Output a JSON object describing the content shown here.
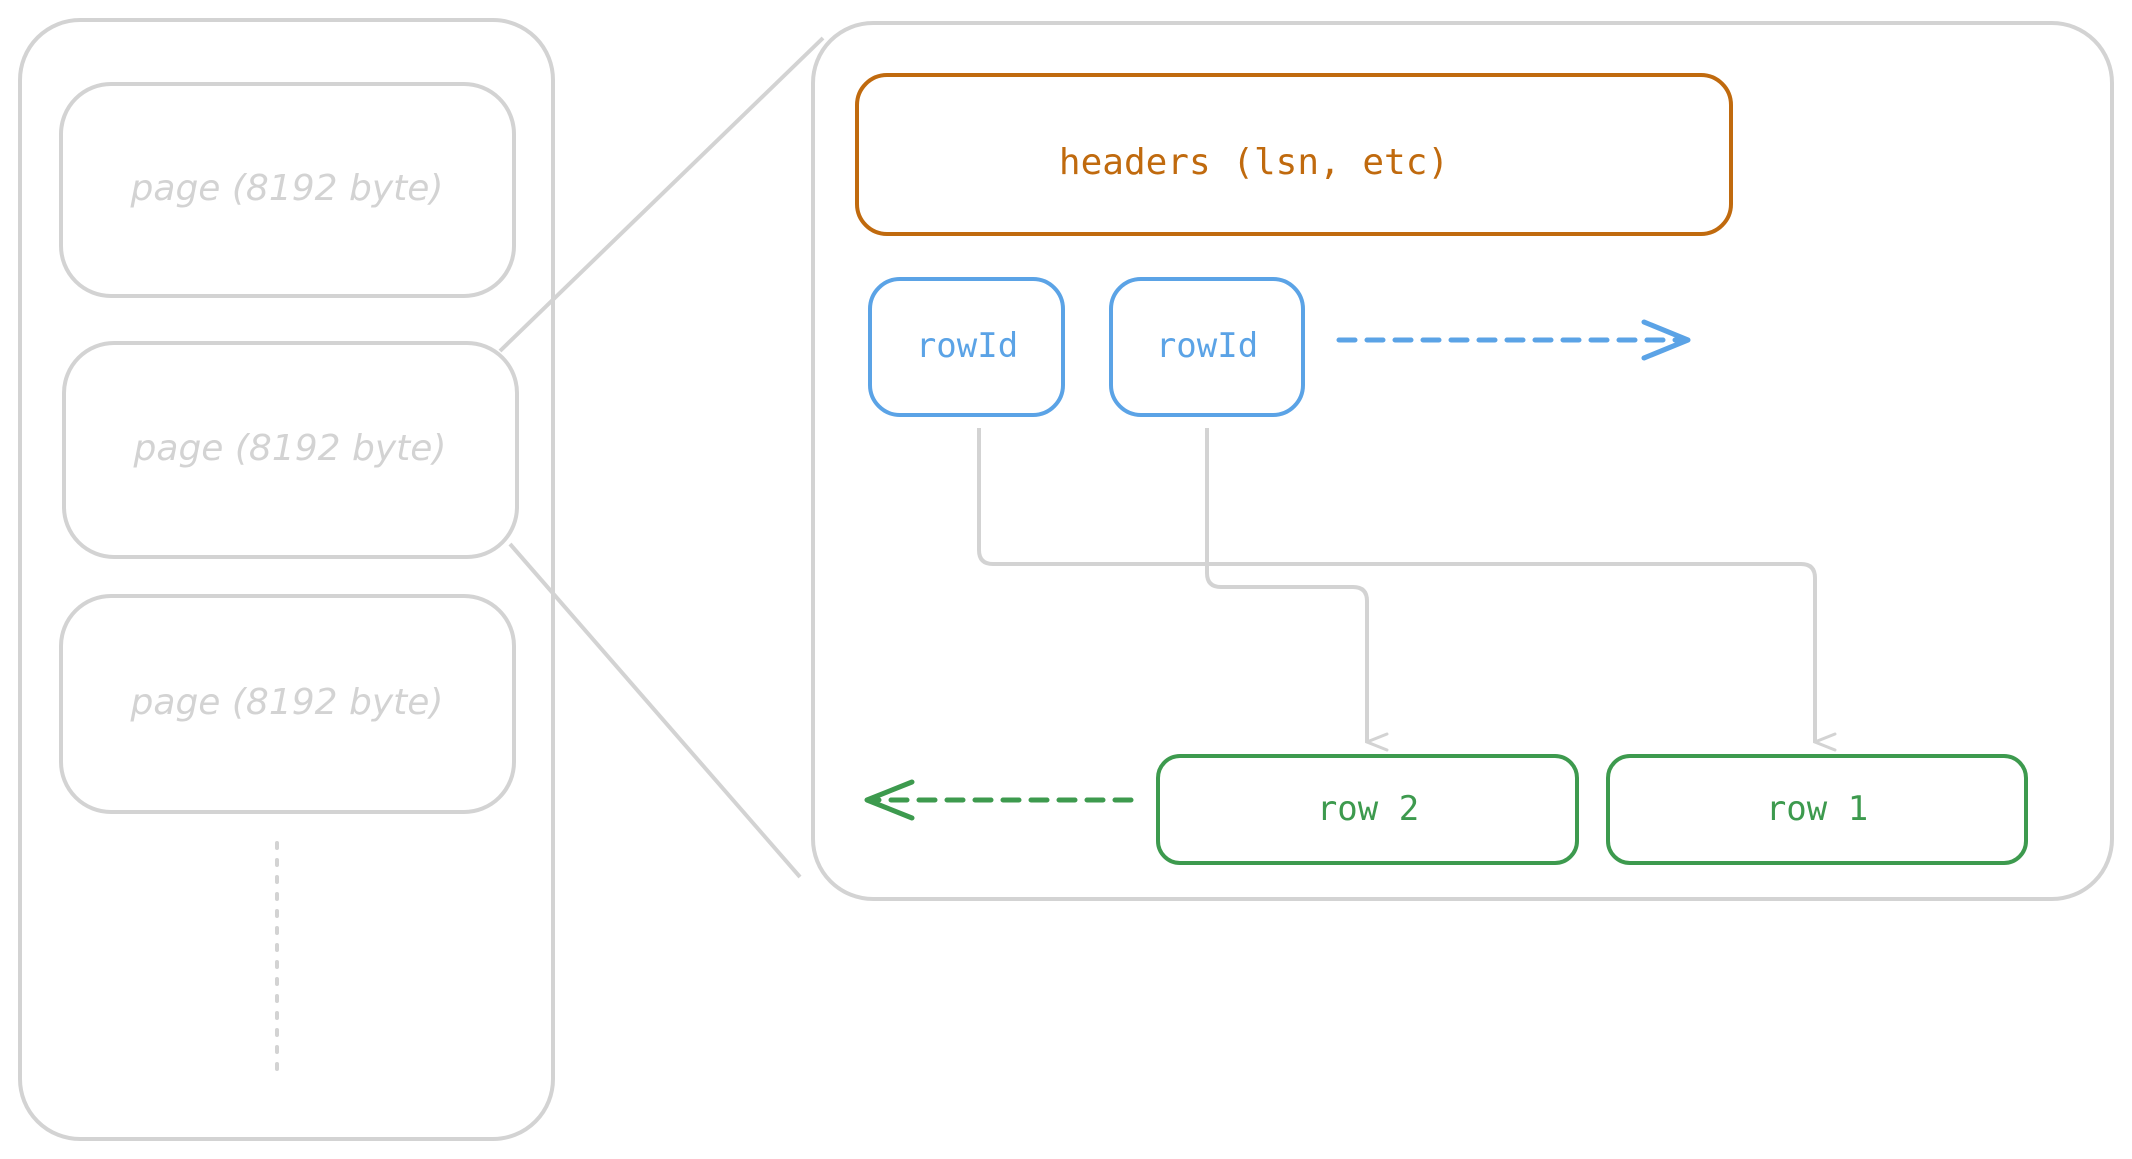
{
  "diagram": {
    "colors": {
      "neutral": "#d3d3d3",
      "header": "#c06a0e",
      "slot": "#5ba3e6",
      "row": "#3d9a4e"
    },
    "table_file": {
      "pages": [
        {
          "label": "page (8192 byte)"
        },
        {
          "label": "page (8192 byte)"
        },
        {
          "label": "page (8192 byte)"
        }
      ],
      "continuation": "more pages (dotted line)"
    },
    "page_detail": {
      "header": {
        "label": "headers (lsn, etc)"
      },
      "slots": [
        {
          "label": "rowId",
          "points_to": "row 1"
        },
        {
          "label": "rowId",
          "points_to": "row 2"
        }
      ],
      "slot_growth": "grows right",
      "rows": [
        {
          "label": "row 2"
        },
        {
          "label": "row 1"
        }
      ],
      "row_growth": "grows left"
    }
  }
}
